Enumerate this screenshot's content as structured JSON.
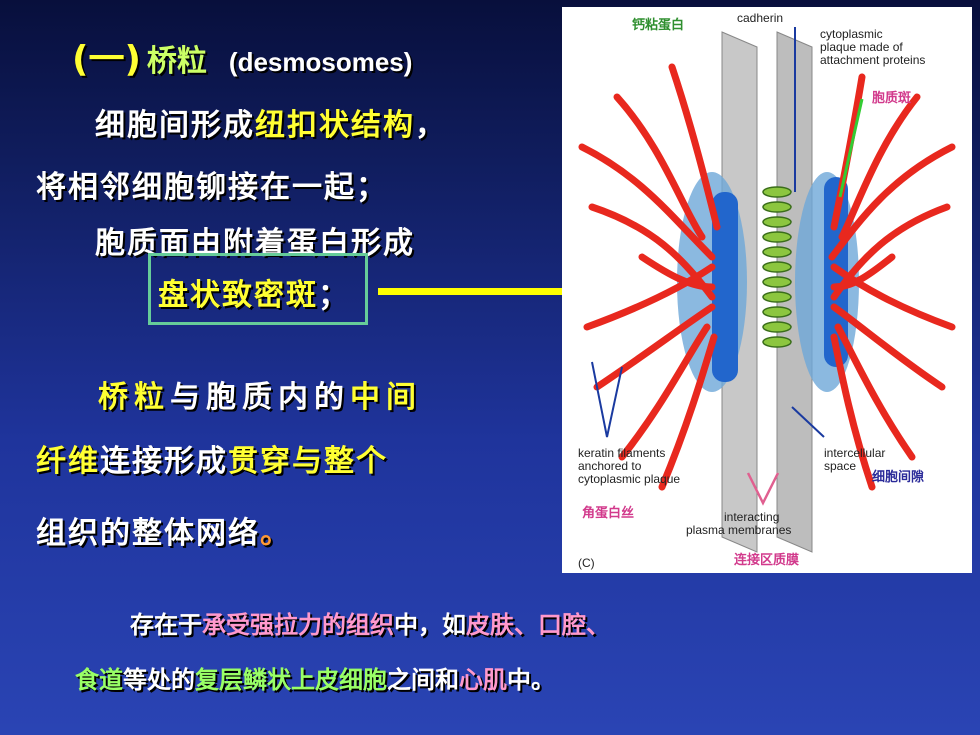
{
  "heading": {
    "number": "(一)",
    "title_cn": "桥粒",
    "title_en": "(desmosomes)"
  },
  "body": {
    "line1_a": "细胞间形成",
    "line1_b": "纽扣状结构",
    "line1_c": "，",
    "line2": "将相邻细胞铆接在一起；",
    "line3": "胞质面由附着蛋白形成",
    "line4_a": "盘状致密斑",
    "line4_b": "；",
    "line5_a": "桥粒",
    "line5_b": "与胞质内的",
    "line5_c": "中间",
    "line6_a": "纤维",
    "line6_b": "连接形成",
    "line6_c": "贯穿与整个",
    "line7_a": "组织的整体网络",
    "line7_b": "。"
  },
  "figure": {
    "cn_cadherin": "钙粘蛋白",
    "cadherin": "cadherin",
    "plaque_1": "cytoplasmic",
    "plaque_2": "plaque made of",
    "plaque_3": "attachment proteins",
    "cn_plaque": "胞质斑",
    "keratin_1": "keratin filaments",
    "keratin_2": "anchored to",
    "keratin_3": "cytoplasmic plaque",
    "cn_keratin": "角蛋白丝",
    "space_1": "intercellular",
    "space_2": "space",
    "cn_space": "细胞间隙",
    "membranes_1": "interacting",
    "membranes_2": "plasma membranes",
    "cn_membranes": "连接区质膜",
    "panel": "(C)"
  },
  "footer": {
    "p1_a": "存在于",
    "p1_b": "承受强拉力的组织",
    "p1_c": "中，",
    "p1_d": "如",
    "p1_e": "皮肤",
    "p1_f": "、",
    "p1_g": "口腔",
    "p1_h": "、",
    "p2_a": "食道",
    "p2_b": "等处的",
    "p2_c": "复层鳞状上皮细胞",
    "p2_d": "之间和",
    "p2_e": "心肌",
    "p2_f": "中。"
  },
  "colors": {
    "highlight": "#ffff33",
    "box": "#66cc99",
    "filament": "#e8281e",
    "plaque": "#2266cc"
  }
}
